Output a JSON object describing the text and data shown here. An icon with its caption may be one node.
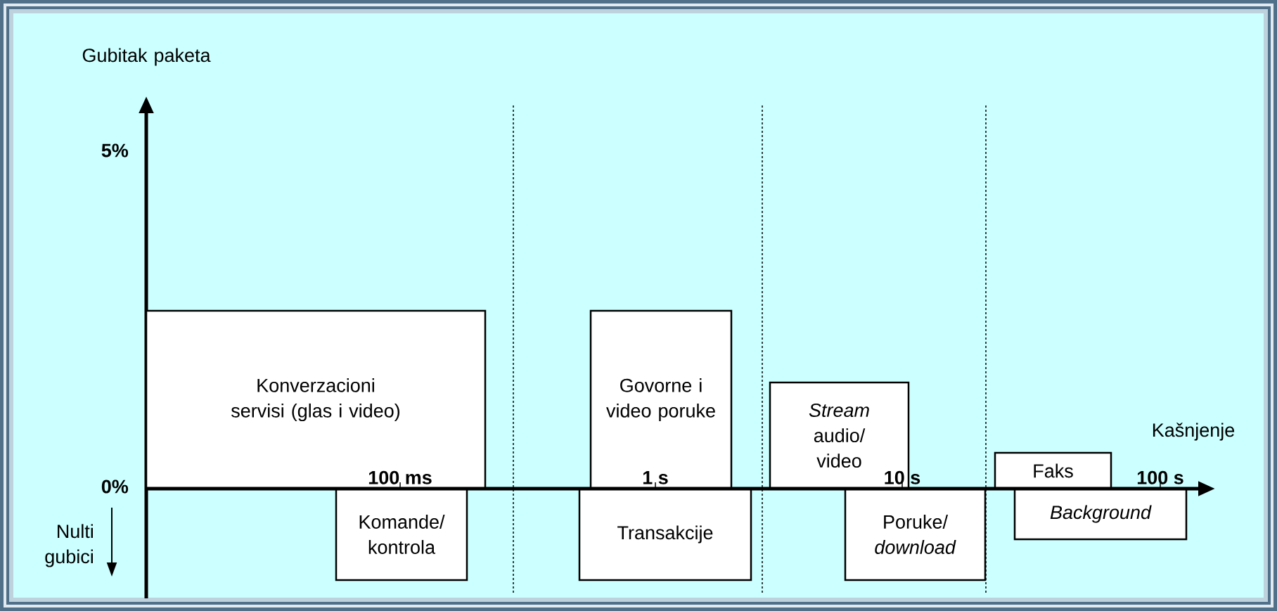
{
  "diagram": {
    "nodes": [
      {
        "text": [
          "Konverzacioni servisi (glas i video)"
        ]
      },
      {
        "text": [
          "Komande/ kontrola"
        ]
      },
      {
        "text": [
          "Govorne i video poruke"
        ]
      },
      {
        "text": [
          "Transakcije"
        ]
      },
      {
        "text": [
          "*Stream* audio/ video"
        ]
      },
      {
        "text": [
          "Poruke/ *download*"
        ]
      },
      {
        "text": [
          "Faks"
        ]
      },
      {
        "text": [
          "Background"
        ]
      }
    ],
    "labels": [
      "Gubitak paketa",
      "5%",
      "0%",
      "Nulti gubici",
      "100 ms",
      "1 s",
      "10 s",
      "100 s",
      "Kašnjenje"
    ]
  }
}
